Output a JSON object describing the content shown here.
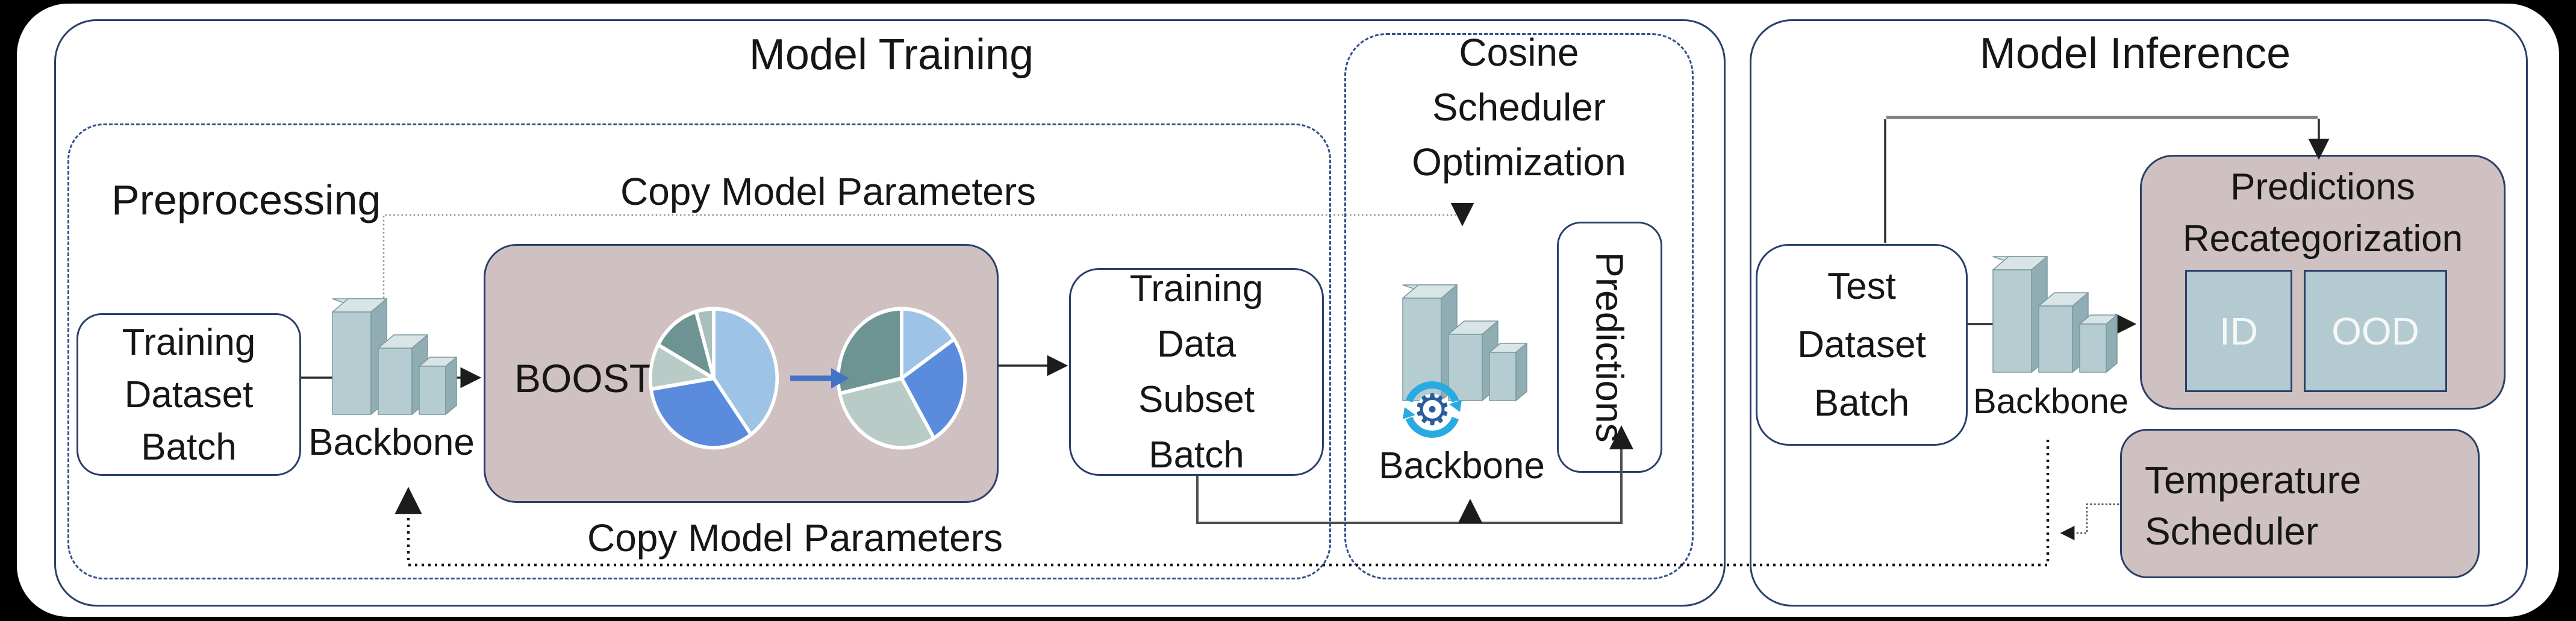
{
  "colors": {
    "background": "#000000",
    "panel": "#ffffff",
    "navy_border": "#2a4069",
    "dashed_border": "#33508c",
    "mauve_fill": "#cfc0c1",
    "id_ood_fill": "#b2cad0",
    "arrow_black": "#1c1c1c",
    "dotted_gray": "#8f8f8f",
    "pie_arrow_blue": "#4472c4",
    "sync_cyan": "#29abe2",
    "gear_blue": "#2b5d9b",
    "icon_bar_front": "#b5cdd1",
    "icon_bar_top": "#d8e4e6",
    "icon_bar_side": "#8fadb2"
  },
  "icons": {
    "backbone": "isometric-3d-bars-icon",
    "optimizer": "sync-arrows-gear-icon"
  },
  "training": {
    "title": "Model Training",
    "preprocessing_title": "Preprocessing",
    "copy_top": "Copy Model Parameters",
    "copy_bottom": "Copy Model Parameters",
    "dataset_box": [
      "Training",
      "Dataset",
      "Batch"
    ],
    "backbone_label": "Backbone"
  },
  "boost": {
    "label": "BOOST",
    "pies": [
      {
        "r": 112,
        "slices": [
          {
            "f": 0.4,
            "color": "#9dc3e6"
          },
          {
            "f": 0.325,
            "color": "#5b8bdd"
          },
          {
            "f": 0.105,
            "color": "#b9cbc7"
          },
          {
            "f": 0.125,
            "color": "#6e9393"
          },
          {
            "f": 0.045,
            "color": "#a9bfbc"
          }
        ]
      },
      {
        "r": 112,
        "slices": [
          {
            "f": 0.155,
            "color": "#9dc3e6"
          },
          {
            "f": 0.26,
            "color": "#5b8bdd"
          },
          {
            "f": 0.3,
            "color": "#b9cbc7"
          },
          {
            "f": 0.285,
            "color": "#6e9393"
          }
        ]
      }
    ]
  },
  "subset_box": [
    "Training",
    "Data",
    "Subset",
    "Batch"
  ],
  "cosine": {
    "title": [
      "Cosine",
      "Scheduler",
      "Optimization"
    ],
    "backbone_label": "Backbone",
    "predictions": "Predictions"
  },
  "inference": {
    "title": "Model Inference",
    "test_box": [
      "Test",
      "Dataset",
      "Batch"
    ],
    "backbone_label": "Backbone",
    "recat": {
      "title": [
        "Predictions",
        "Recategorization"
      ],
      "id": "ID",
      "ood": "OOD"
    },
    "temperature": [
      "Temperature",
      "Scheduler"
    ]
  }
}
